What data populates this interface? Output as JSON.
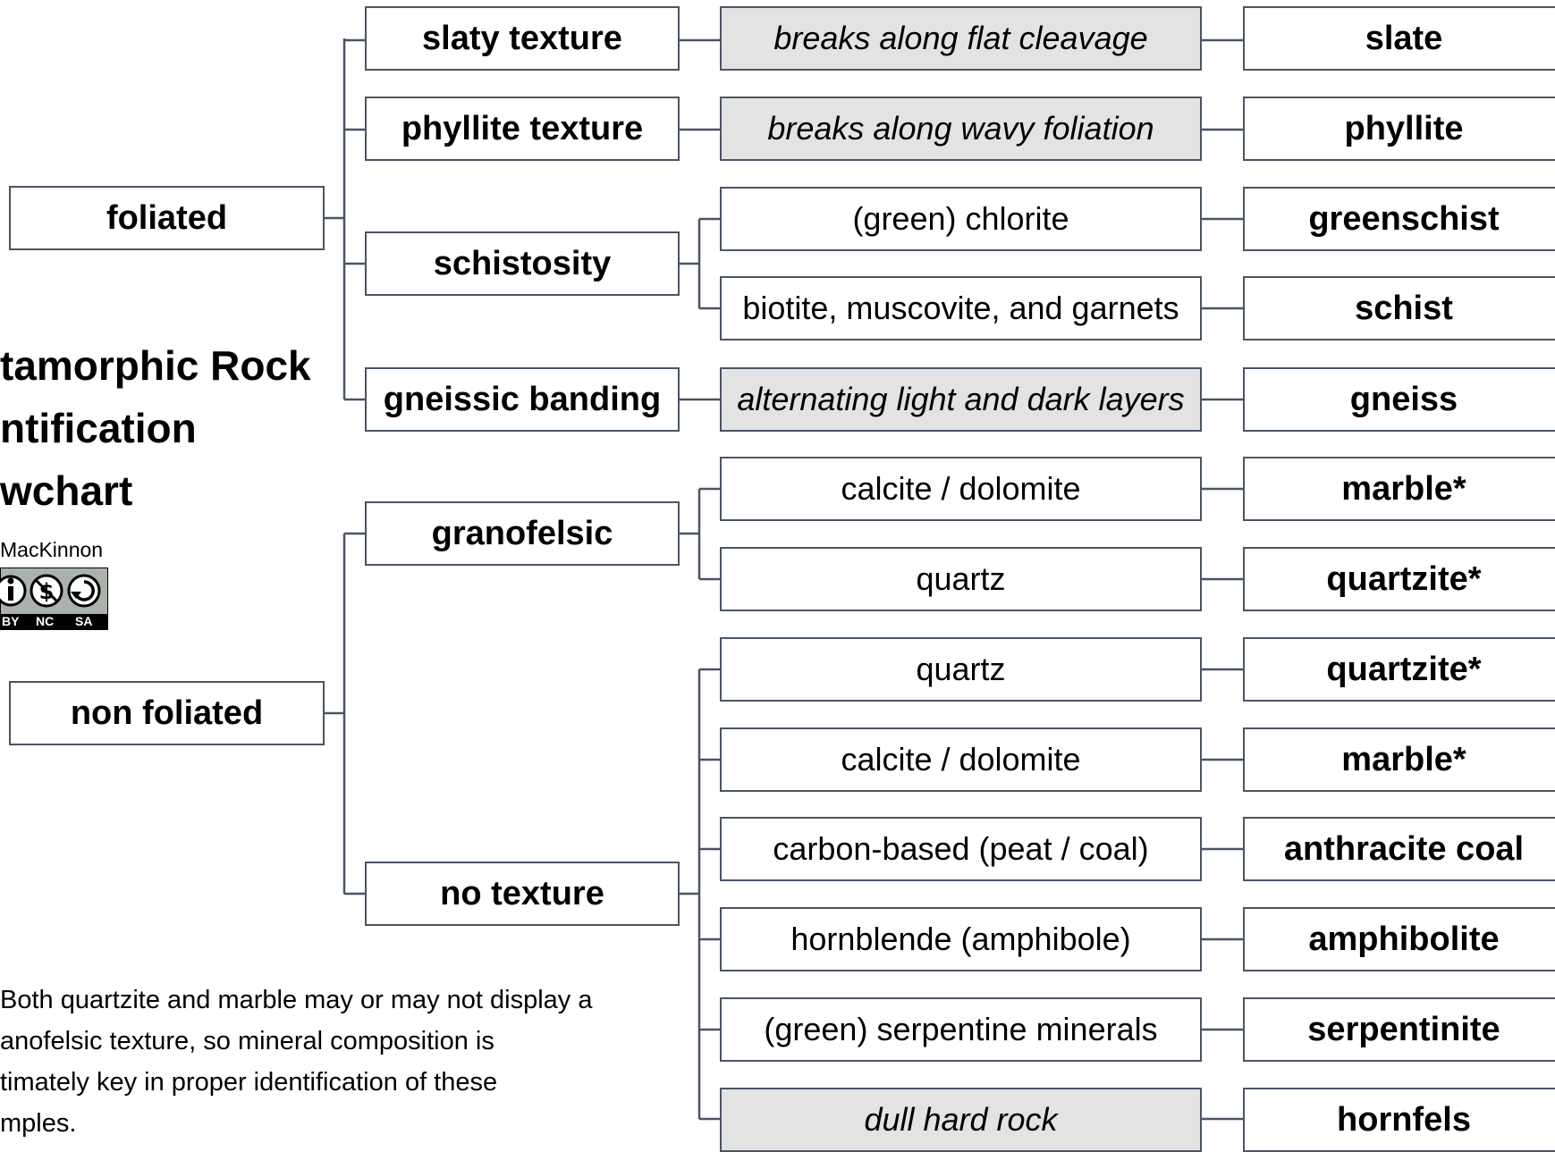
{
  "title_lines": [
    "tamorphic Rock",
    "ntification",
    "wchart"
  ],
  "credit": "MacKinnon",
  "license": {
    "icon": "cc-by-nc-sa-badge",
    "labels": [
      "BY",
      "NC",
      "SA"
    ]
  },
  "note_lines": [
    "Both quartzite and marble may or may not display a",
    "anofelsic texture, so mineral composition is",
    "timately key in proper identification of these",
    "mples."
  ],
  "level1": {
    "foliated": "foliated",
    "non_foliated": "non foliated"
  },
  "level2": {
    "slaty": "slaty texture",
    "phyllite": "phyllite texture",
    "schistosity": "schistosity",
    "gneissic": "gneissic banding",
    "granofelsic": "granofelsic",
    "no_texture": "no texture"
  },
  "level3": {
    "slaty": "breaks along flat cleavage",
    "phyllite": "breaks along wavy foliation",
    "chlorite": "(green) chlorite",
    "biotite": "biotite, muscovite, and garnets",
    "gneiss": "alternating light and dark layers",
    "calcite1": "calcite / dolomite",
    "quartz1": "quartz",
    "quartz2": "quartz",
    "calcite2": "calcite / dolomite",
    "carbon": "carbon-based (peat / coal)",
    "hornblende": "hornblende (amphibole)",
    "serpentine": "(green) serpentine minerals",
    "dull": "dull hard rock"
  },
  "rocks": {
    "slate": "slate",
    "phyllite": "phyllite",
    "greenschist": "greenschist",
    "schist": "schist",
    "gneiss": "gneiss",
    "marble1": "marble*",
    "quartzite1": "quartzite*",
    "quartzite2": "quartzite*",
    "marble2": "marble*",
    "anthracite": "anthracite coal",
    "amphibolite": "amphibolite",
    "serpentinite": "serpentinite",
    "hornfels": "hornfels"
  }
}
